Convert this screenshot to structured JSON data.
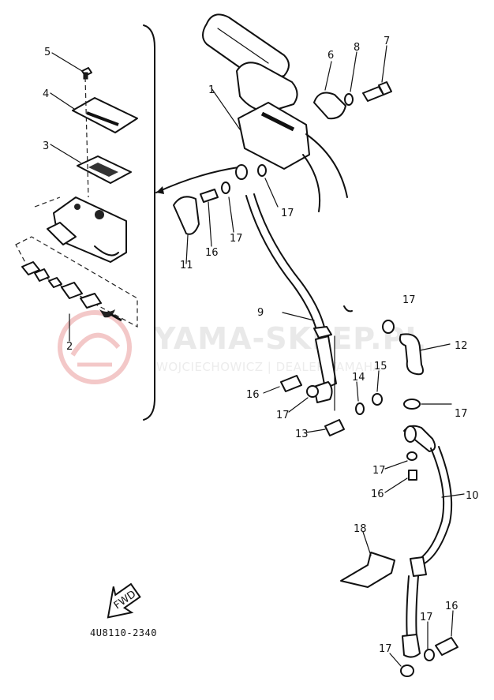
{
  "diagram": {
    "part_number": "4U8110-2340",
    "front_arrow_label": "FWD",
    "watermark": {
      "title": "YAMA-SKLEP.PL",
      "subtitle": "WOJCIECHOWICZ | DEALER YAMAHA"
    },
    "callouts": [
      "5",
      "4",
      "3",
      "2",
      "1",
      "6",
      "8",
      "7",
      "11",
      "16",
      "17",
      "17",
      "17",
      "9",
      "17",
      "12",
      "14",
      "15",
      "16",
      "17",
      "17",
      "13",
      "17",
      "16",
      "10",
      "18",
      "17",
      "16",
      "17"
    ]
  },
  "colors": {
    "ink": "#111111",
    "paper": "#ffffff",
    "watermark": "#e9e9e9",
    "logo": "#f3c8c8"
  }
}
